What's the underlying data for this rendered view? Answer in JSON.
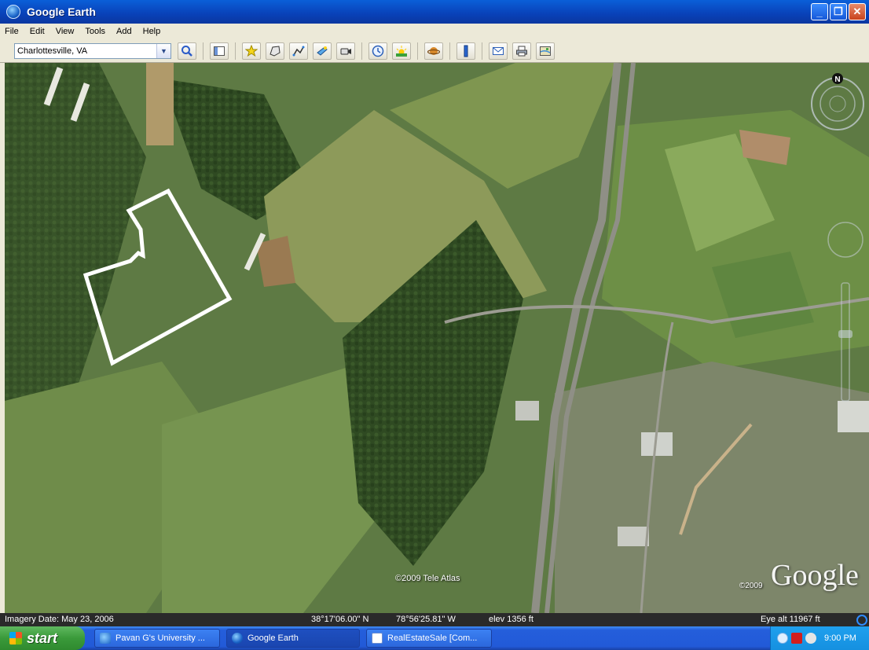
{
  "window": {
    "title": "Google Earth",
    "minimize": "_",
    "maximize": "❐",
    "close": "✕"
  },
  "menu": [
    "File",
    "Edit",
    "View",
    "Tools",
    "Add",
    "Help"
  ],
  "search": {
    "value": "Charlottesville, VA"
  },
  "toolbar_icons": [
    "sidebar-icon",
    "placemark-icon",
    "polygon-icon",
    "path-icon",
    "image-overlay-icon",
    "record-tour-icon",
    "historical-imagery-icon",
    "sunlight-icon",
    "planets-icon",
    "ruler-icon",
    "email-icon",
    "print-icon",
    "maps-icon"
  ],
  "map": {
    "attribution": "©2009 Tele Atlas",
    "logo": "Google",
    "logo_year": "©2009",
    "compass_label": "N"
  },
  "status": {
    "imagery_date": "Imagery Date: May 23, 2006",
    "lat": "38°17'06.00\" N",
    "lon": "78°56'25.81\" W",
    "elev": "elev  1356 ft",
    "eye_alt": "Eye alt  11967 ft"
  },
  "taskbar": {
    "start": "start",
    "tasks": [
      "Pavan G's University ...",
      "Google Earth",
      "RealEstateSale [Com..."
    ],
    "clock": "9:00 PM"
  },
  "colors": {
    "titlebar": "#0941b8",
    "taskbar": "#245edb",
    "start": "#3a9a3a",
    "boundary": "#ffffff"
  }
}
